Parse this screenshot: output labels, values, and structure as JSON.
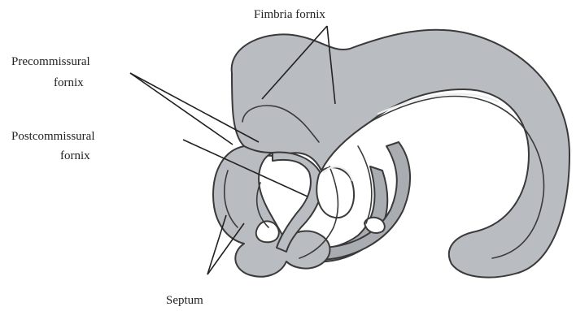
{
  "labels": {
    "fimbria_fornix": "Fimbria fornix",
    "precommissural_line1": "Precommissural",
    "precommissural_line2": "fornix",
    "postcommissural_line1": "Postcommissural",
    "postcommissural_line2": "fornix",
    "septum": "Septum"
  },
  "colors": {
    "structure_fill": "#b9bdc1",
    "outline": "#3a3a3a",
    "highlight": "#eceeef",
    "label_text": "#222222"
  }
}
